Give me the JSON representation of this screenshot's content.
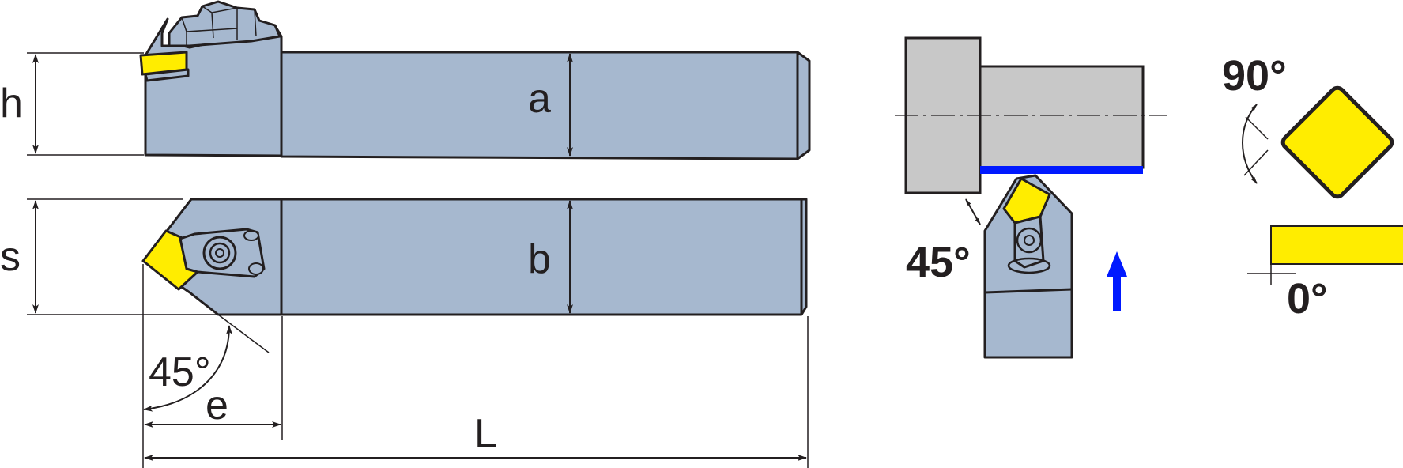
{
  "labels": {
    "h": "h",
    "a": "a",
    "s": "s",
    "b": "b",
    "angle_left": "45°",
    "e": "e",
    "L": "L",
    "angle_mid": "45°",
    "angle_top_right": "90°",
    "angle_bottom_right": "0°"
  },
  "colors": {
    "holder_body": "#a6b8cf",
    "insert": "#ffed00",
    "workpiece": "#c8c8c8",
    "feed_arrow": "#0019ff",
    "machined_surface": "#0019ff",
    "outline": "#231f20"
  },
  "icons": {
    "feed_direction": "arrow-up-icon"
  }
}
